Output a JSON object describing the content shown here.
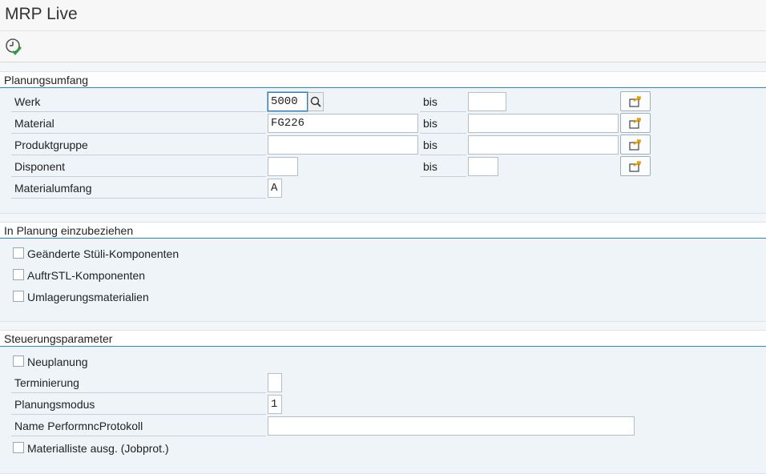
{
  "app": {
    "title": "MRP Live"
  },
  "toolbar": {
    "execute_icon": "clock-check-icon"
  },
  "sections": {
    "scope": {
      "title": "Planungsumfang",
      "bis_label": "bis",
      "werk": {
        "label": "Werk",
        "from": "5000",
        "to": ""
      },
      "material": {
        "label": "Material",
        "from": "FG226",
        "to": ""
      },
      "produktgruppe": {
        "label": "Produktgruppe",
        "from": "",
        "to": ""
      },
      "disponent": {
        "label": "Disponent",
        "from": "",
        "to": ""
      },
      "materialumfang": {
        "label": "Materialumfang",
        "value": "A"
      }
    },
    "include": {
      "title": "In Planung einzubeziehen",
      "cb1": "Geänderte Stüli-Komponenten",
      "cb2": "AuftrSTL-Komponenten",
      "cb3": "Umlagerungsmaterialien"
    },
    "control": {
      "title": "Steuerungsparameter",
      "neuplanung": "Neuplanung",
      "terminierung": {
        "label": "Terminierung",
        "value": ""
      },
      "planungsmodus": {
        "label": "Planungsmodus",
        "value": "1"
      },
      "protokoll": {
        "label": "Name PerformncProtokoll",
        "value": ""
      },
      "materialliste": "Materialliste ausg. (Jobprot.)"
    }
  },
  "colors": {
    "accent": "#2e8bb8",
    "arrow": "#e8a000",
    "check": "#2aa03a"
  }
}
